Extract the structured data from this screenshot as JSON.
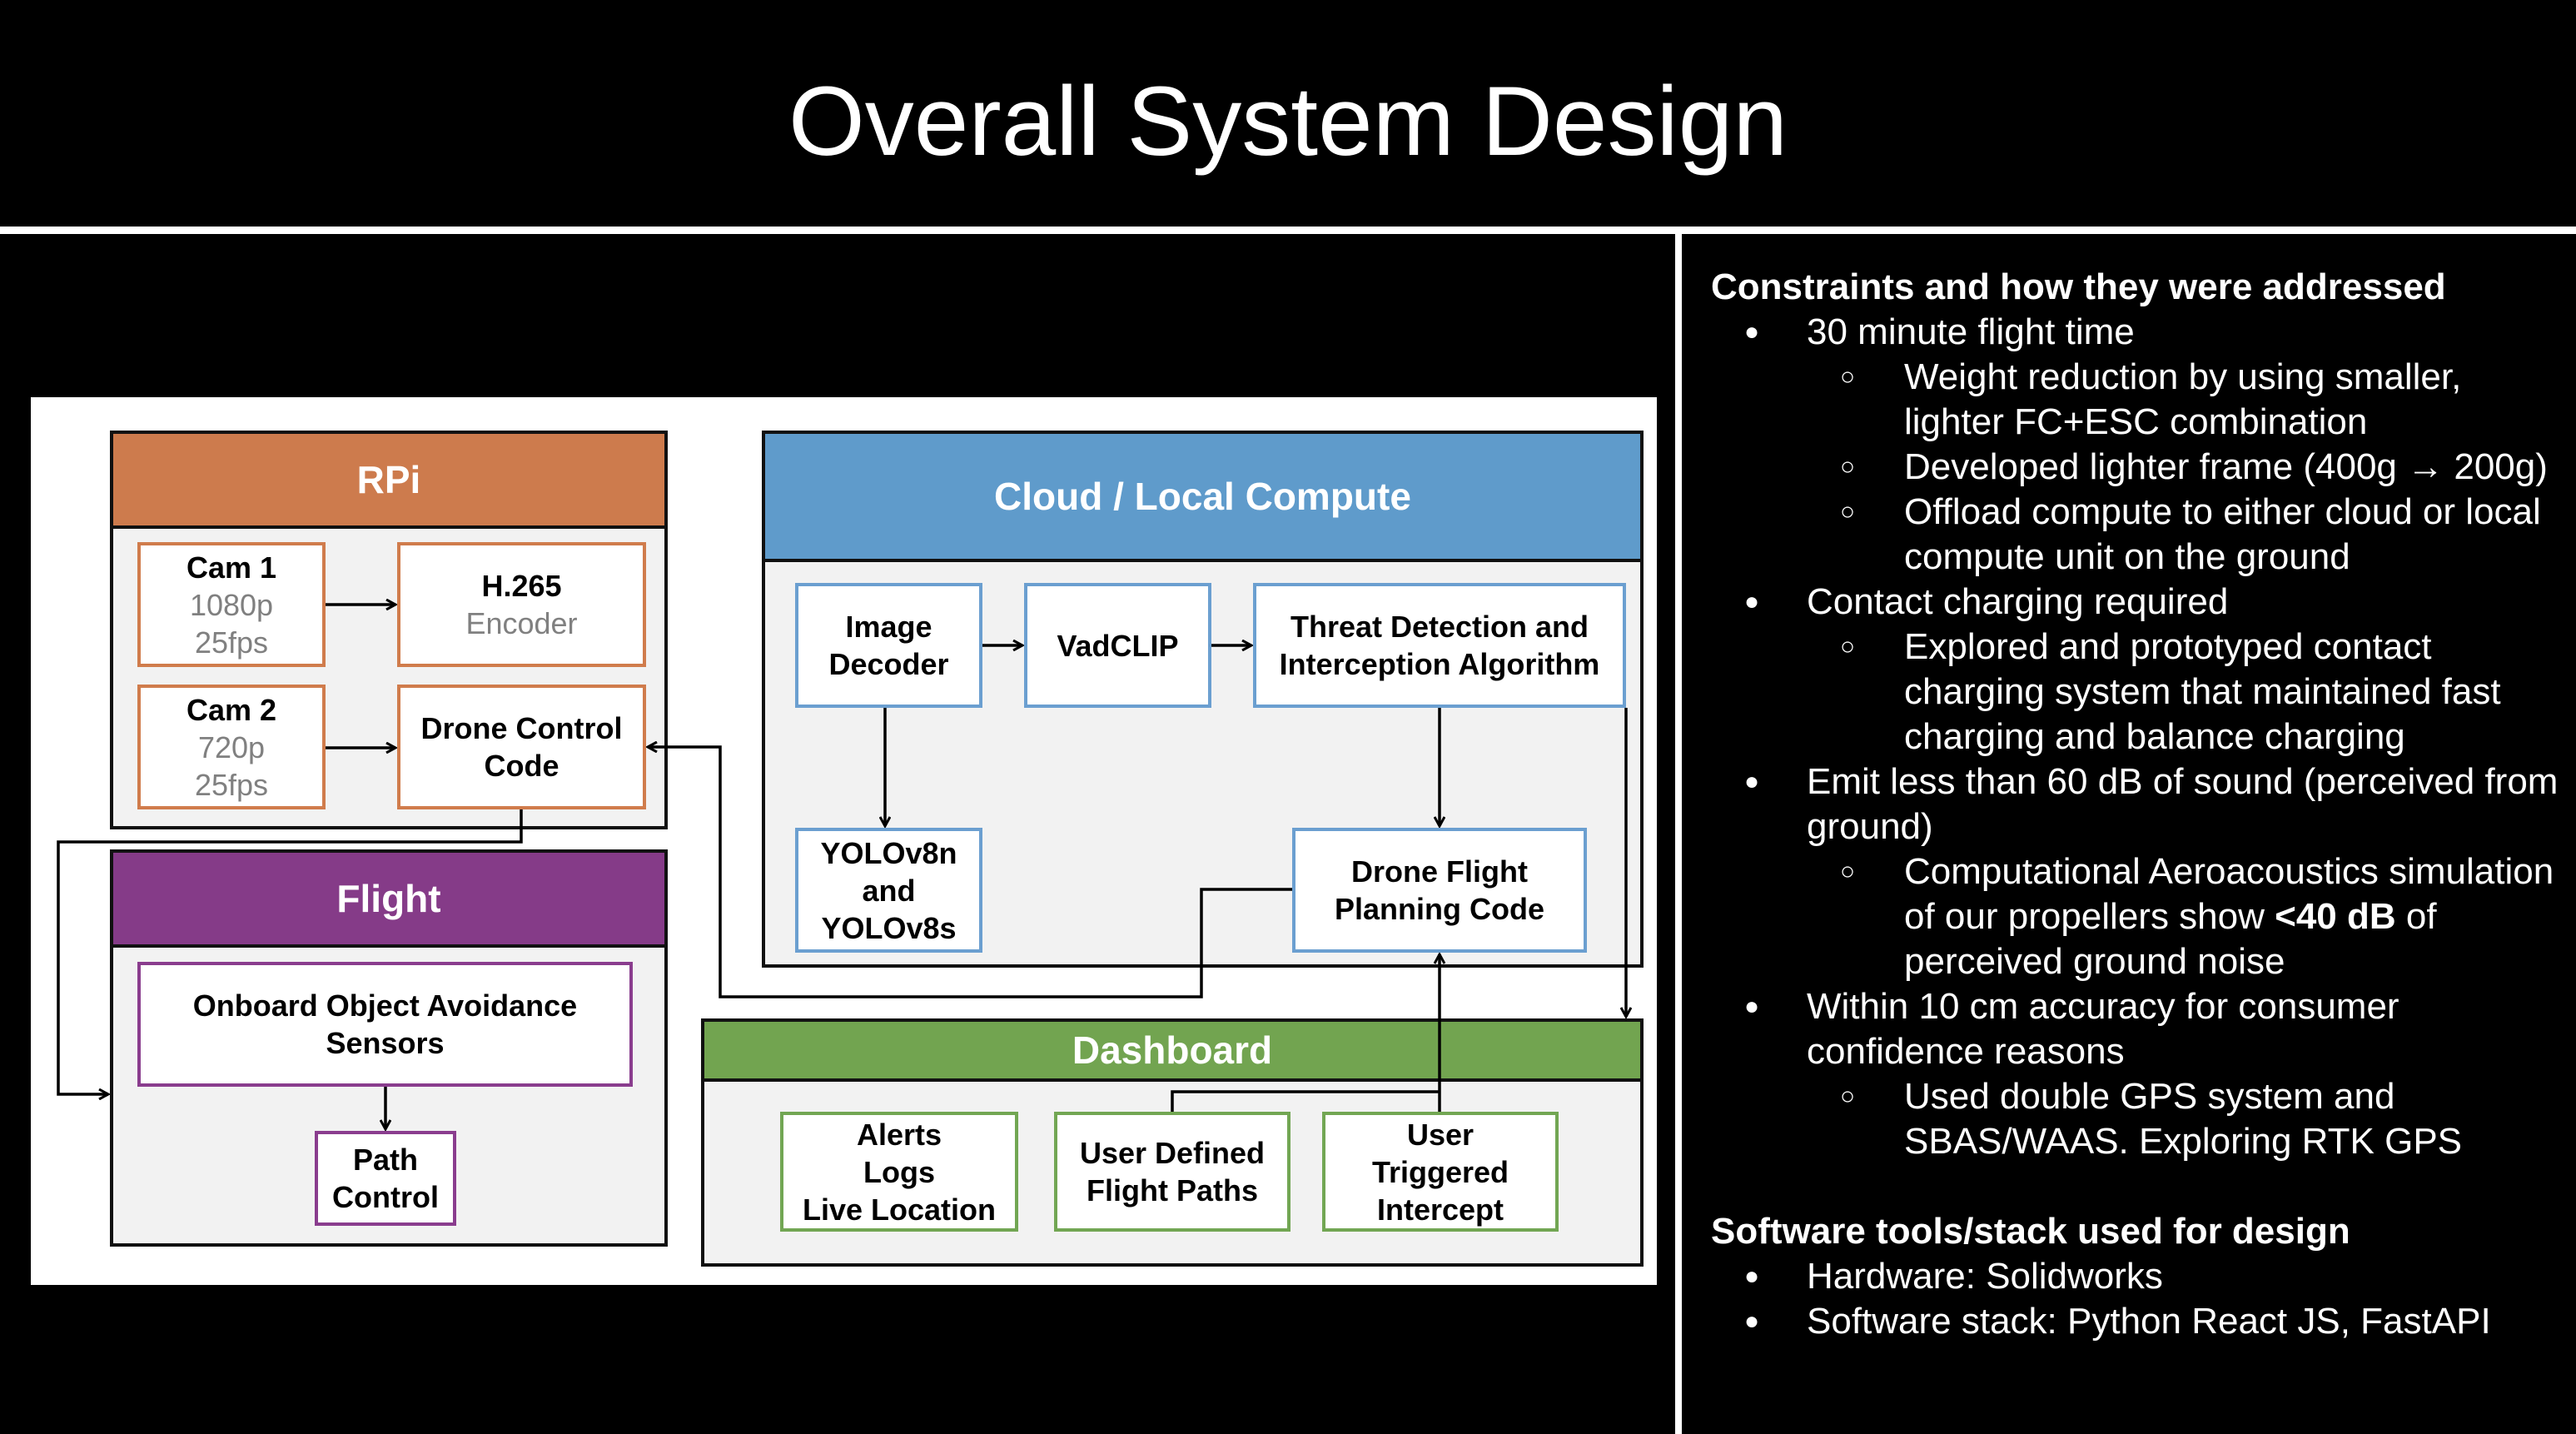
{
  "slide": {
    "title": "Overall System Design"
  },
  "diagram": {
    "rpi": {
      "title": "RPi",
      "color": "#cd7b4d",
      "nodes": {
        "cam1": {
          "title": "Cam 1",
          "line1": "1080p",
          "line2": "25fps"
        },
        "encoder": {
          "title": "H.265",
          "line1": "Encoder"
        },
        "cam2": {
          "title": "Cam 2",
          "line1": "720p",
          "line2": "25fps"
        },
        "drone_control": {
          "title": "Drone Control",
          "line1": "Code"
        }
      }
    },
    "cloud": {
      "title": "Cloud / Local Compute",
      "color": "#5f9bcb",
      "nodes": {
        "image_decoder": {
          "line1": "Image",
          "line2": "Decoder"
        },
        "vadclip": {
          "line1": "VadCLIP"
        },
        "threat": {
          "line1": "Threat Detection and",
          "line2": "Interception Algorithm"
        },
        "yolo": {
          "line1": "YOLOv8n",
          "line2": "and",
          "line3": "YOLOv8s"
        },
        "flight_planning": {
          "line1": "Drone Flight",
          "line2": "Planning Code"
        }
      }
    },
    "flight": {
      "title": "Flight",
      "color": "#853b88",
      "nodes": {
        "avoidance": {
          "line1": "Onboard Object Avoidance",
          "line2": "Sensors"
        },
        "path_control": {
          "line1": "Path",
          "line2": "Control"
        }
      }
    },
    "dashboard": {
      "title": "Dashboard",
      "color": "#72a450",
      "nodes": {
        "alerts": {
          "line1": "Alerts",
          "line2": "Logs",
          "line3": "Live Location"
        },
        "user_paths": {
          "line1": "User Defined",
          "line2": "Flight Paths"
        },
        "user_intercept": {
          "line1": "User",
          "line2": "Triggered",
          "line3": "Intercept"
        }
      }
    }
  },
  "constraints": {
    "heading": "Constraints and how they were addressed",
    "items": [
      {
        "text": "30 minute flight time",
        "sub": [
          "Weight reduction by using smaller, lighter FC+ESC combination",
          "Developed lighter frame (400g → 200g)",
          "Offload compute to either cloud or local compute unit on the ground"
        ]
      },
      {
        "text": "Contact charging required",
        "sub": [
          "Explored and prototyped contact charging system that maintained fast charging and balance charging"
        ]
      },
      {
        "text": "Emit less than 60 dB of sound (perceived from ground)",
        "sub_rich": {
          "pre": "Computational Aeroacoustics simulation of our propellers show ",
          "bold": "<40 dB",
          "post": " of perceived ground noise"
        }
      },
      {
        "text": "Within 10 cm accuracy for consumer confidence reasons",
        "sub": [
          "Used double GPS system and SBAS/WAAS. Exploring RTK GPS"
        ]
      }
    ]
  },
  "tools": {
    "heading": "Software tools/stack used for design",
    "items": [
      "Hardware: Solidworks",
      "Software stack: Python React JS, FastAPI"
    ]
  }
}
